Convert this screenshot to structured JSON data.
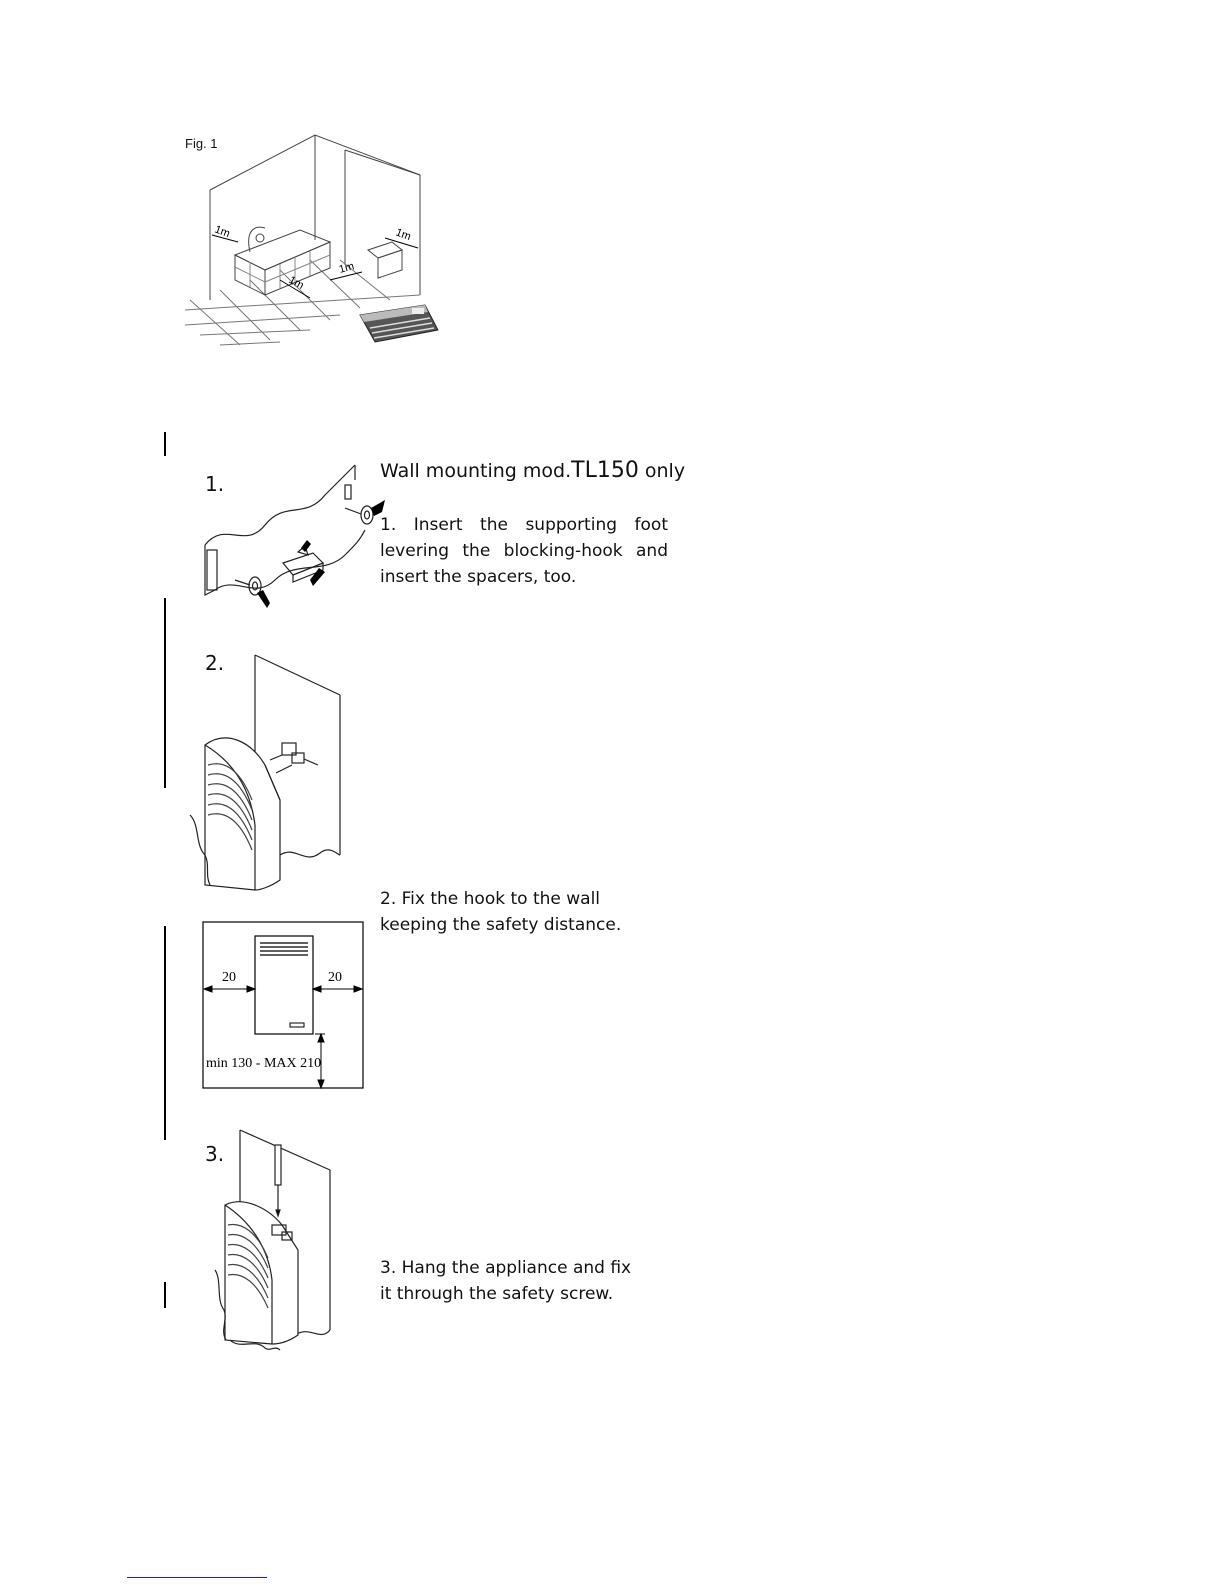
{
  "figure1": {
    "label": "Fig. 1",
    "distances": [
      "1m",
      "1m",
      "1m",
      "1m"
    ]
  },
  "heading": {
    "prefix": "Wall mounting mod.",
    "model": "TL150",
    "suffix": " only"
  },
  "steps": [
    {
      "number": "1.",
      "text": "1. Insert the supporting foot levering the blocking-hook and insert the spacers, too."
    },
    {
      "number": "2.",
      "text": "2. Fix the hook to the wall keeping the safety distance."
    },
    {
      "number": "3.",
      "text": "3. Hang the appliance and fix it through the safety screw."
    }
  ],
  "dimension_diagram": {
    "left_gap": "20",
    "right_gap": "20",
    "height_range": "min 130 - MAX 210"
  }
}
